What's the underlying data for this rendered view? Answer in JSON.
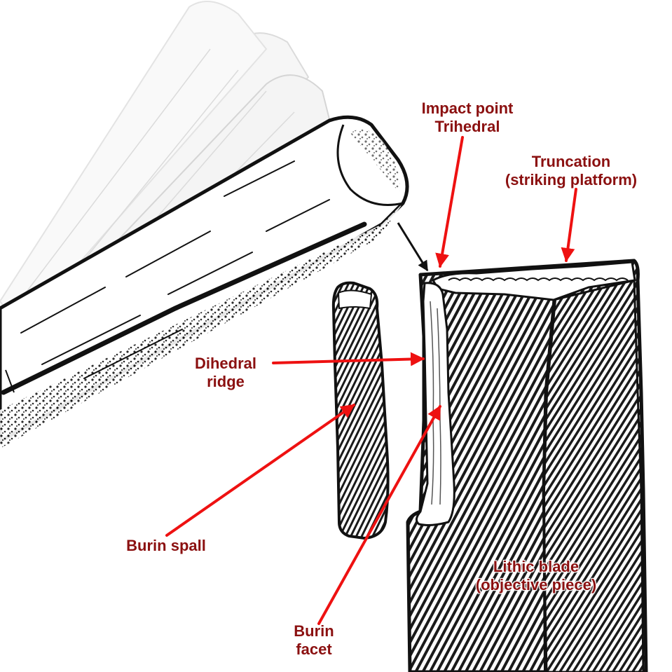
{
  "colors": {
    "label_text": "#8b1010",
    "arrow": "#ee1111",
    "ink": "#111111",
    "paper": "#ffffff"
  },
  "labels": {
    "impact_point": [
      "Impact point",
      "Trihedral"
    ],
    "truncation": [
      "Truncation",
      "(striking platform)"
    ],
    "dihedral_ridge": [
      "Dihedral",
      "ridge"
    ],
    "burin_spall": [
      "Burin spall"
    ],
    "lithic_blade": [
      "Lithic blade",
      "(objective piece)"
    ],
    "burin_facet": [
      "Burin",
      "facet"
    ]
  }
}
